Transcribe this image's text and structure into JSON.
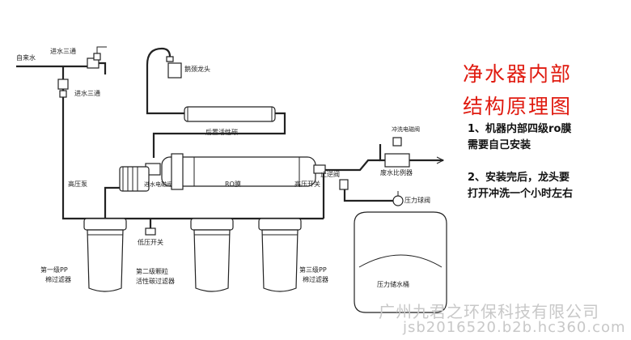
{
  "title": {
    "line1": "净水器内部",
    "line2": "结构原理图"
  },
  "notes": {
    "note1_line1": "1、机器内部四级ro膜",
    "note1_line2": "需要自己安装",
    "note2_line1": "2、安装完后，龙头要",
    "note2_line2": "打开冲洗一个小时左右"
  },
  "labels": {
    "tap_water": "自来水",
    "inlet_tee_top": "进水三通",
    "inlet_tee": "进水三通",
    "gooseneck_faucet": "鹅颈龙头",
    "post_carbon": "后置活性碳",
    "flow_valve_top": "冲洗电磁阀",
    "check_valve": "止逆阀",
    "high_pressure_switch": "高压开关",
    "waste_ratio_valve": "废水比例器",
    "booster_pump": "高压泵",
    "inlet_solenoid": "进水电磁阀",
    "ro_membrane": "RO膜",
    "pressure_ball_valve": "压力球阀",
    "low_pressure_switch": "低压开关",
    "stage1": "第一级PP",
    "stage1_b": "棉过滤器",
    "stage2": "第二级颗粒",
    "stage2_b": "活性碳过滤器",
    "stage3": "第三级PP",
    "stage3_b": "棉过滤器",
    "pressure_tank": "压力储水桶"
  },
  "watermark": {
    "company": "广州九君之环保科技有限公司",
    "url": "jsb2016520.b2b.hc360.com"
  },
  "colors": {
    "title": "#e01b10",
    "line": "#222222",
    "watermark": "#c8c8c8"
  }
}
